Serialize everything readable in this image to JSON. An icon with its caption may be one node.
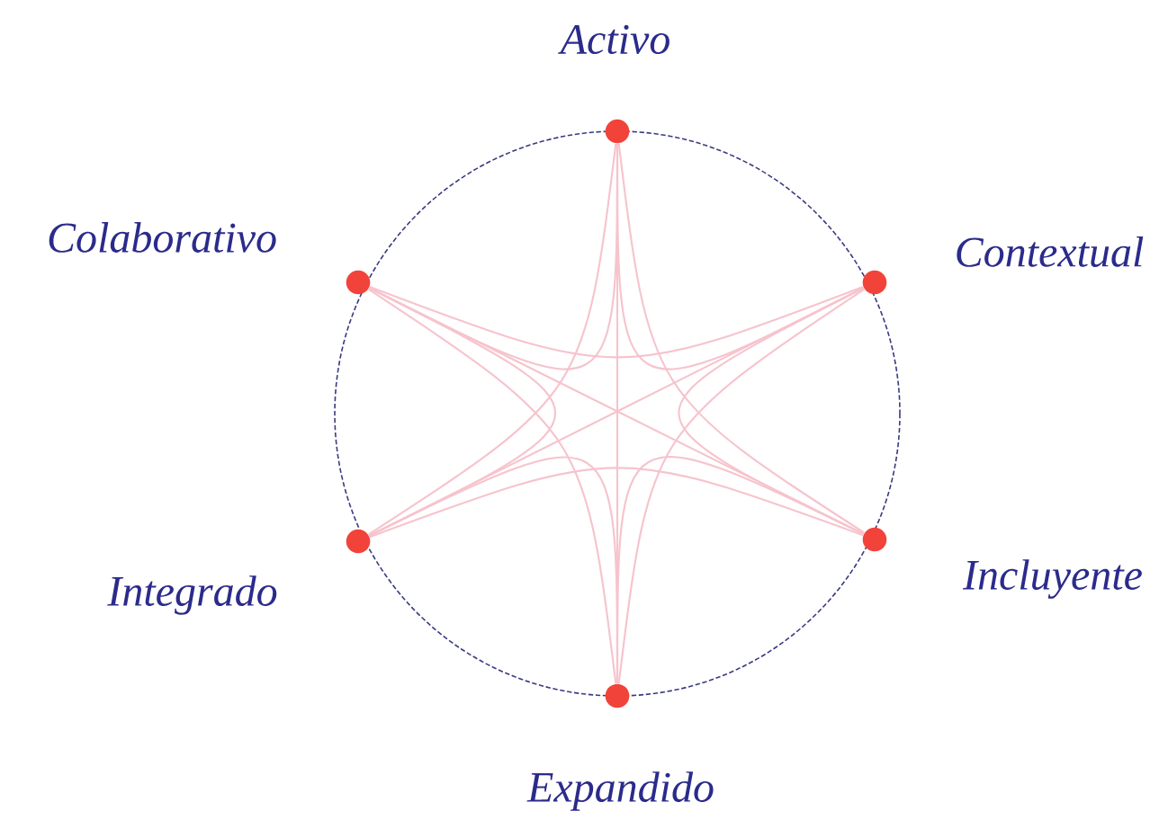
{
  "diagram": {
    "nodes": [
      {
        "text": [],
        "shape": "circle",
        "beside": [
          "Activo"
        ]
      },
      {
        "text": [],
        "shape": "circle",
        "beside": [
          "Colaborativo"
        ]
      },
      {
        "text": [],
        "shape": "circle",
        "beside": [
          "Contextual"
        ]
      },
      {
        "text": [],
        "shape": "circle",
        "beside": [
          "Integrado"
        ]
      },
      {
        "text": [],
        "shape": "circle",
        "beside": [
          "Incluyente"
        ]
      },
      {
        "text": [],
        "shape": "circle",
        "beside": [
          "Expandido"
        ]
      }
    ],
    "edges": [
      {
        "from": 0,
        "to": 1,
        "arrow": "none"
      },
      {
        "from": 0,
        "to": 2,
        "arrow": "none"
      },
      {
        "from": 0,
        "to": 3,
        "arrow": "none"
      },
      {
        "from": 0,
        "to": 4,
        "arrow": "none"
      },
      {
        "from": 0,
        "to": 5,
        "arrow": "none"
      },
      {
        "from": 1,
        "to": 2,
        "arrow": "none"
      },
      {
        "from": 1,
        "to": 3,
        "arrow": "none"
      },
      {
        "from": 1,
        "to": 4,
        "arrow": "none"
      },
      {
        "from": 1,
        "to": 5,
        "arrow": "none"
      },
      {
        "from": 2,
        "to": 3,
        "arrow": "none"
      },
      {
        "from": 2,
        "to": 4,
        "arrow": "none"
      },
      {
        "from": 2,
        "to": 5,
        "arrow": "none"
      },
      {
        "from": 3,
        "to": 4,
        "arrow": "none"
      },
      {
        "from": 3,
        "to": 5,
        "arrow": "none"
      },
      {
        "from": 4,
        "to": 5,
        "arrow": "none"
      }
    ]
  }
}
